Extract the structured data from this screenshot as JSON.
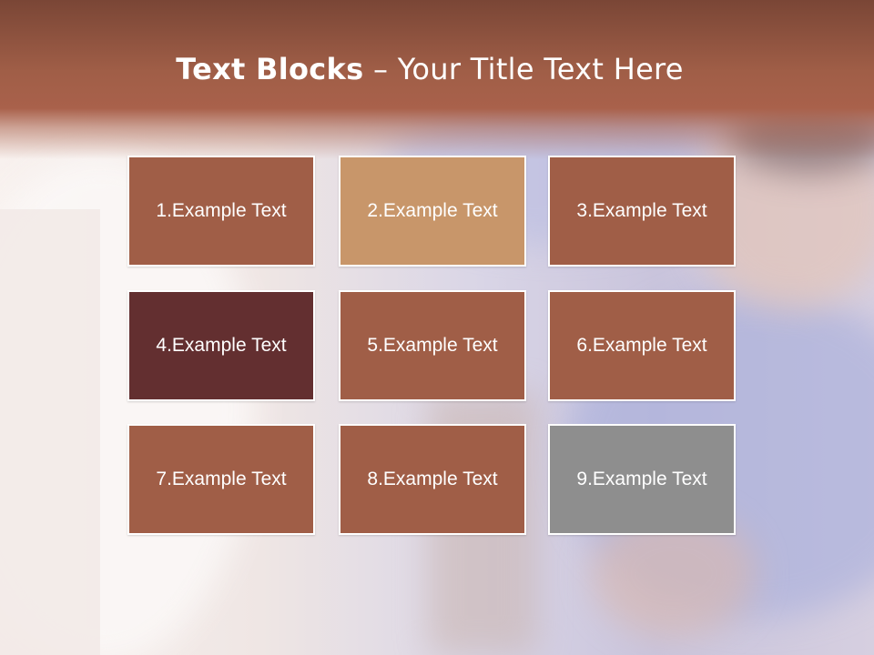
{
  "slide": {
    "title_bold": "Text Blocks",
    "title_dash": "–",
    "title_rest": "Your Title Text Here"
  },
  "blocks": [
    {
      "label": "1.Example Text",
      "color": "#a05e47"
    },
    {
      "label": "2.Example Text",
      "color": "#c8966a"
    },
    {
      "label": "3.Example Text",
      "color": "#a05e47"
    },
    {
      "label": "4.Example Text",
      "color": "#632f30"
    },
    {
      "label": "5.Example Text",
      "color": "#a05e47"
    },
    {
      "label": "6.Example Text",
      "color": "#a05e47"
    },
    {
      "label": "7.Example Text",
      "color": "#a05e47"
    },
    {
      "label": "8.Example Text",
      "color": "#a05e47"
    },
    {
      "label": "9.Example Text",
      "color": "#8e8e8e"
    }
  ],
  "colors": {
    "title_band": "#a05e47",
    "title_text": "#ffffff"
  }
}
